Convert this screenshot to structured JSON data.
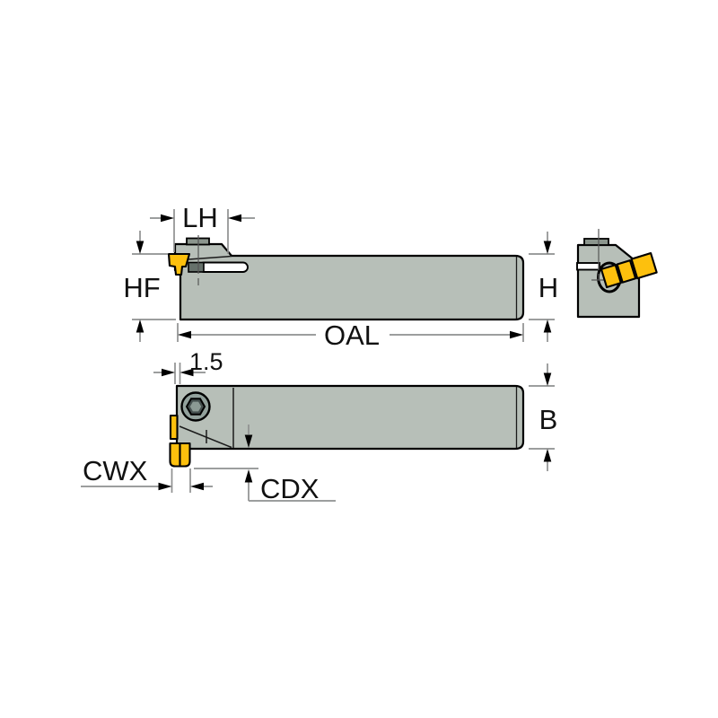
{
  "diagram": {
    "type": "technical-drawing",
    "subject": "grooving-tool-holder-three-views",
    "labels": {
      "head_length": "LH",
      "head_height": "HF",
      "overall_length": "OAL",
      "shank_height": "H",
      "insert_overhang": "1.5",
      "shank_width": "B",
      "cut_width": "CWX",
      "cut_depth": "CDX"
    },
    "colors": {
      "background": "#ffffff",
      "holder_body": "#b7bfb8",
      "holder_dark_tab": "#8b958d",
      "clamp_block": "#66716b",
      "insert_yellow": "#fdc00d",
      "outline": "#000000",
      "dimension_line": "#8f9191",
      "text": "#111111"
    }
  }
}
